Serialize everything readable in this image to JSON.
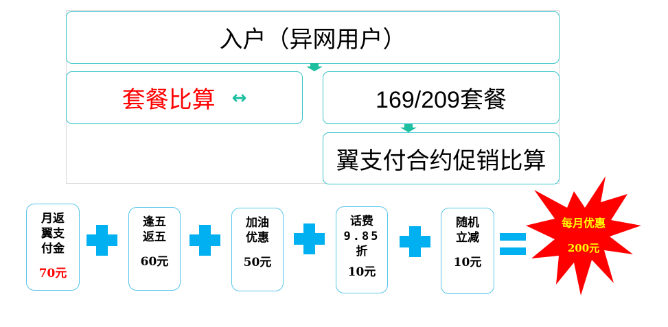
{
  "flow": {
    "entry": "入户（异网用户）",
    "compare": {
      "label": "套餐比算",
      "arrow_icon": "↔"
    },
    "plan": "169/209套餐",
    "promo": "翼支付合约促销比算"
  },
  "colors": {
    "box_border": "#3cc4c9",
    "arrow": "#1dbf9f",
    "highlight_red": "#ff0000",
    "operator_blue": "#00b0f0",
    "card_border": "#56c4ea",
    "star_fill": "#ff0000",
    "star_text": "#ffff00"
  },
  "benefits": [
    {
      "lines": [
        "月返",
        "翼支",
        "付金"
      ],
      "amount": "70元",
      "amount_color": "red"
    },
    {
      "lines": [
        "逢五",
        "返五"
      ],
      "amount": "60元"
    },
    {
      "lines": [
        "加油",
        "优惠"
      ],
      "amount": "50元"
    },
    {
      "lines": [
        "话费",
        "9.85",
        "折"
      ],
      "amount": "10元"
    },
    {
      "lines": [
        "随机",
        "立减"
      ],
      "amount": "10元"
    }
  ],
  "operators": {
    "plus": "+",
    "equals": "="
  },
  "total": {
    "label": "每月优惠",
    "amount": "200元"
  }
}
